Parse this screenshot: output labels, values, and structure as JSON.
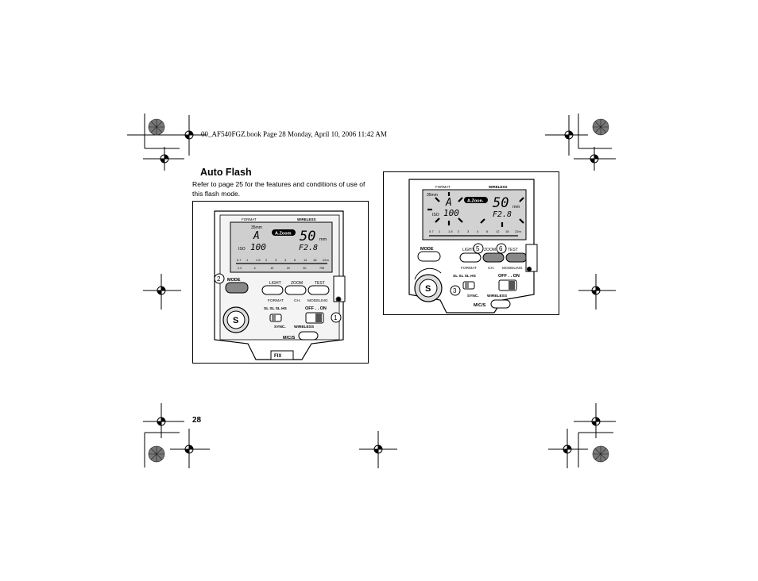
{
  "header": {
    "file_line": "00_AF540FGZ.book  Page 28  Monday, April 10, 2006  11:42 AM"
  },
  "section": {
    "title": "Auto Flash",
    "intro": "Refer to page 25 for the features and conditions of use of this flash mode."
  },
  "page_number": "28",
  "figure_left": {
    "labels": {
      "format_top": "FORMAT",
      "wireless_top": "WIRELESS",
      "focal_small": "35mm",
      "mode_letter": "A",
      "azoom": "A.Zoom",
      "focal_big": "50",
      "focal_unit": "mm",
      "iso_label": "ISO",
      "iso_value": "100",
      "fstop": "F2.8",
      "scale_top": [
        "0.7",
        "1",
        "1.5",
        "2",
        "3",
        "4",
        "6",
        "12",
        "18",
        "22m"
      ],
      "scale_bottom": [
        "2.3",
        "4",
        "10",
        "20",
        "40",
        "70ft"
      ],
      "mode_button": "MODE",
      "light": "LIGHT",
      "zoom": "ZOOM",
      "test": "TEST",
      "format": "FORMAT",
      "ch": "CH.",
      "modeling": "MODELING",
      "sync_row": "SL  SL  SL  HS",
      "off_on": "OFF . . ON",
      "sync": "SYNC.",
      "wireless": "WIRELESS",
      "mcs": "M/C/S",
      "fix": "FIX",
      "dial": "S"
    },
    "callouts": {
      "c1": "1",
      "c2": "2"
    }
  },
  "figure_right": {
    "labels": {
      "format_top": "FORMAT",
      "wireless_top": "WIRELESS",
      "focal_small": "35mm",
      "mode_letter": "A",
      "azoom": "A.Zoom",
      "focal_big": "50",
      "focal_unit": "mm",
      "iso_label": "ISO",
      "iso_value": "100",
      "fstop": "F2.8",
      "scale_top": [
        "0.7",
        "1",
        "1.5",
        "2",
        "3",
        "4",
        "6",
        "12",
        "18",
        "22m"
      ],
      "mode_button": "MODE",
      "light": "LIGHT",
      "zoom": "ZOOM",
      "test": "TEST",
      "format": "FORMAT",
      "ch": "CH.",
      "modeling": "MODELING",
      "sync_row": "SL  SL  SL  HS",
      "off_on": "OFF . . ON",
      "sync": "SYNC.",
      "wireless": "WIRELESS",
      "mcs": "M/C/S",
      "dial": "S"
    },
    "callouts": {
      "c3": "3",
      "c5": "5",
      "c6": "6"
    }
  }
}
